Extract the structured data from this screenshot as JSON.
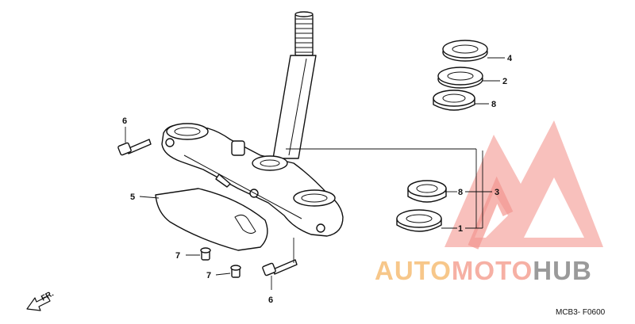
{
  "watermark": {
    "brand_part1": "AUTO",
    "brand_part2": "MOTO",
    "brand_part3": "HUB",
    "colors": {
      "auto": "#f7c78a",
      "moto": "#f6b0a4",
      "hub": "#9a9a9a",
      "triangle": "#f28b84"
    }
  },
  "callouts": {
    "c1": "1",
    "c2": "2",
    "c3": "3",
    "c4": "4",
    "c5": "5",
    "c6_top": "6",
    "c6_bottom": "6",
    "c7_upper": "7",
    "c7_lower": "7",
    "c8_upper": "8",
    "c8_lower": "8"
  },
  "direction_label": "FR.",
  "diagram_code": "MCB3- F0600"
}
